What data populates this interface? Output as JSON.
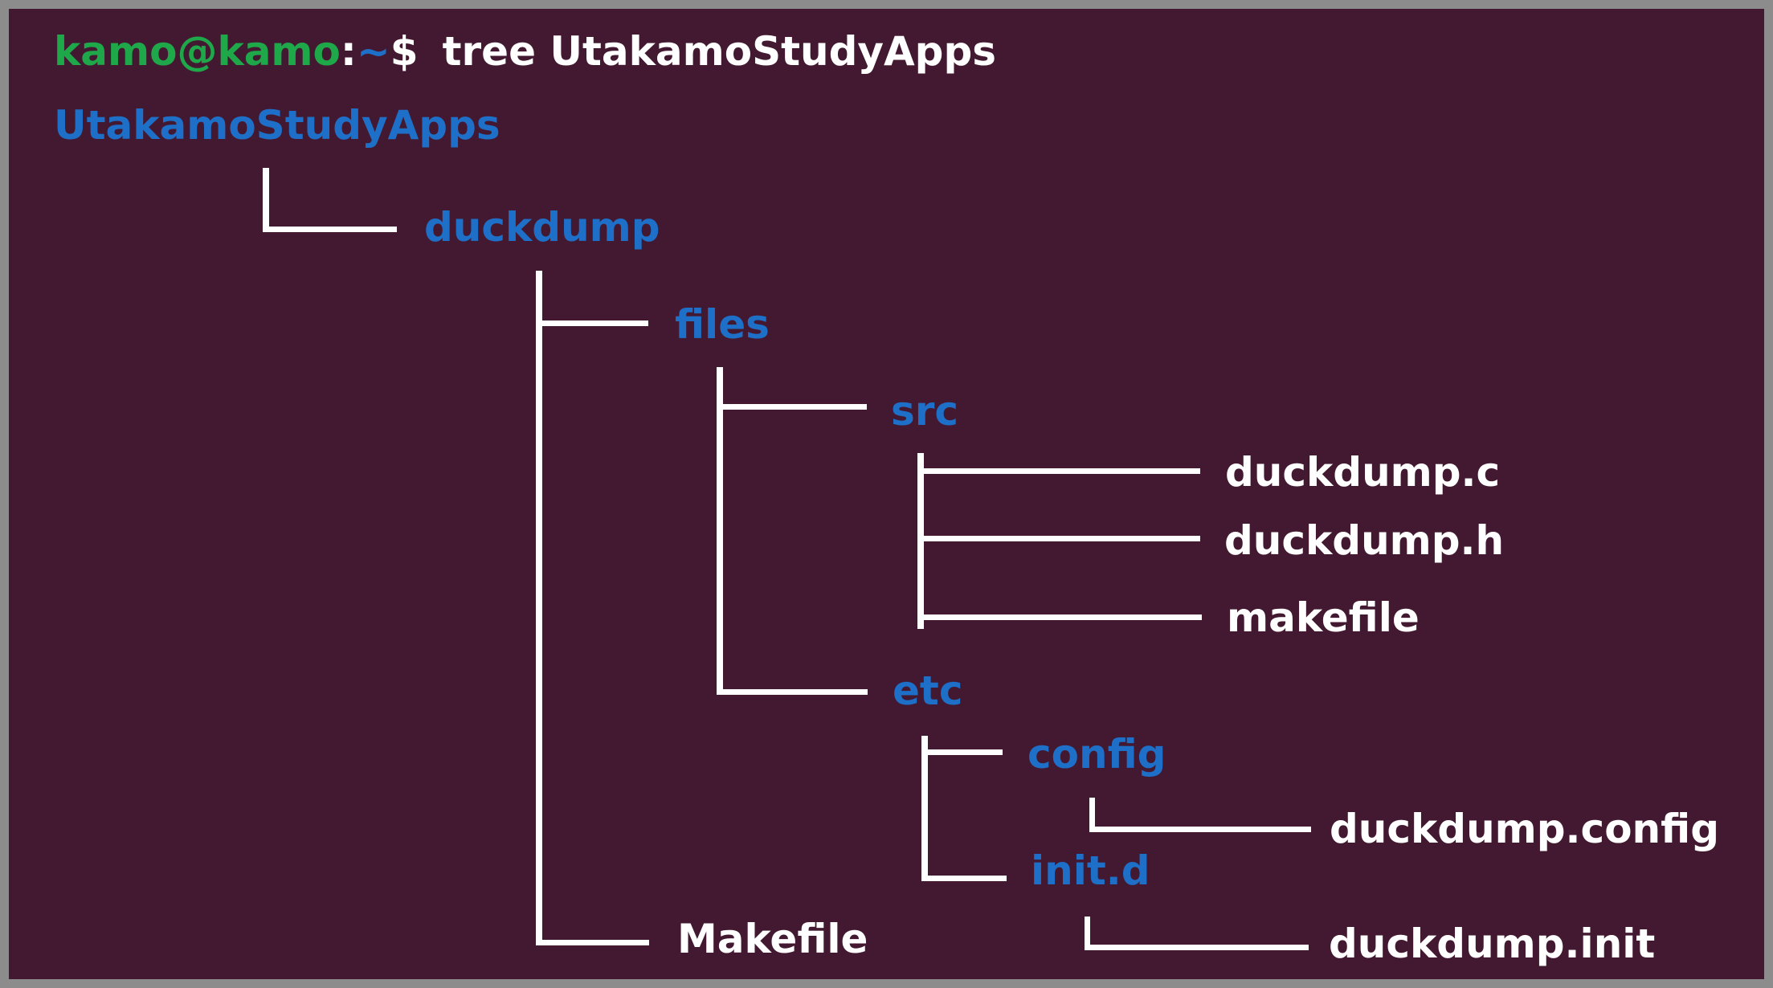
{
  "prompt": {
    "user_host": "kamo@kamo",
    "colon": ":",
    "path": "~",
    "symbol": "$",
    "command": "tree  UtakamoStudyApps"
  },
  "tree": {
    "root": "UtakamoStudyApps",
    "duckdump": "duckdump",
    "files": "files",
    "src": "src",
    "duckdump_c": "duckdump.c",
    "duckdump_h": "duckdump.h",
    "makefile_src": "makefile",
    "etc": "etc",
    "config": "config",
    "duckdump_config": "duckdump.config",
    "init_d": "init.d",
    "duckdump_init": "duckdump.init",
    "makefile_top": "Makefile"
  },
  "colors": {
    "background": "#431931",
    "frame": "#8c8c8c",
    "directory": "#1e6fc8",
    "file": "#ffffff",
    "prompt_user": "#1ea84a",
    "prompt_path": "#1e6fc8"
  }
}
